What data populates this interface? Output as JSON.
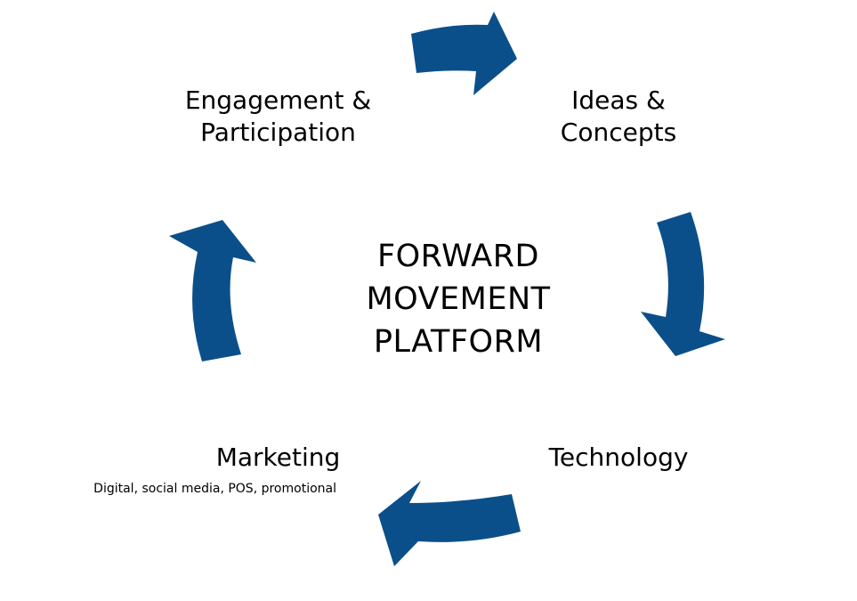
{
  "diagram": {
    "center_title": {
      "line1": "FORWARD",
      "line2": "MOVEMENT",
      "line3": "PLATFORM"
    },
    "nodes": {
      "engagement": {
        "line1": "Engagement &",
        "line2": "Participation"
      },
      "ideas": {
        "line1": "Ideas &",
        "line2": "Concepts"
      },
      "technology": {
        "label": "Technology"
      },
      "marketing": {
        "label": "Marketing",
        "detail": "Digital, social media, POS, promotional"
      }
    },
    "arrow_color": "#0B4F8A",
    "arrows": [
      {
        "name": "arrow-top",
        "direction": "clockwise"
      },
      {
        "name": "arrow-right",
        "direction": "clockwise"
      },
      {
        "name": "arrow-bottom",
        "direction": "clockwise"
      },
      {
        "name": "arrow-left",
        "direction": "clockwise"
      }
    ]
  }
}
